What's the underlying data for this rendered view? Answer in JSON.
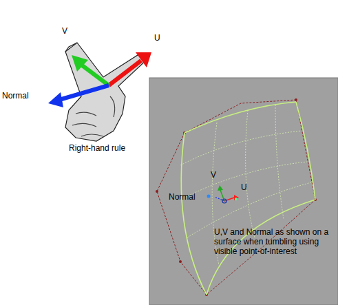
{
  "diagram": {
    "labels": [
      "V",
      "U",
      "Normal",
      "Right-hand rule",
      "V",
      "U",
      "Normal",
      "U,V and Normal as shown on a surface when tumbling using visible point-of-interest"
    ]
  }
}
